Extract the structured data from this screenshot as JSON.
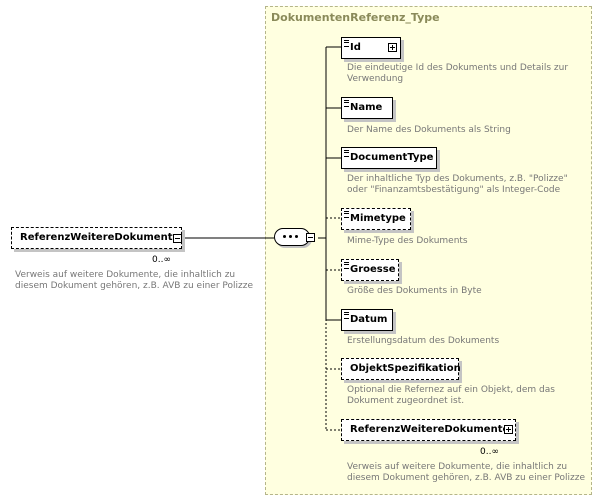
{
  "type_name": "DokumentenReferenz_Type",
  "root": {
    "name": "ReferenzWeitereDokumente",
    "cardinality": "0..∞",
    "description": "Verweis auf weitere Dokumente, die inhaltlich zu diesem Dokument gehören, z.B. AVB zu einer Polizze"
  },
  "compositor": "sequence",
  "children": [
    {
      "name": "Id",
      "optional": false,
      "expandable": true,
      "description": "Die eindeutige Id des Dokuments und Details zur Verwendung"
    },
    {
      "name": "Name",
      "optional": false,
      "expandable": false,
      "description": "Der Name des Dokuments als String"
    },
    {
      "name": "DocumentType",
      "optional": false,
      "expandable": false,
      "description": "Der inhaltliche Typ des Dokuments, z.B. \"Polizze\" oder \"Finanzamtsbestätigung\" als Integer-Code"
    },
    {
      "name": "Mimetype",
      "optional": true,
      "expandable": false,
      "description": "Mime-Type des Dokuments"
    },
    {
      "name": "Groesse",
      "optional": true,
      "expandable": false,
      "description": "Größe des Dokuments in Byte"
    },
    {
      "name": "Datum",
      "optional": false,
      "expandable": false,
      "description": "Erstellungsdatum des Dokuments"
    },
    {
      "name": "ObjektSpezifikation",
      "optional": true,
      "expandable": false,
      "description": "Optional die Refernez auf ein Objekt, dem das Dokument zugeordnet ist."
    },
    {
      "name": "ReferenzWeitereDokumente",
      "optional": true,
      "expandable": true,
      "cardinality": "0..∞",
      "description": "Verweis auf weitere Dokumente, die inhaltlich zu diesem Dokument gehören, z.B. AVB zu einer Polizze"
    }
  ]
}
